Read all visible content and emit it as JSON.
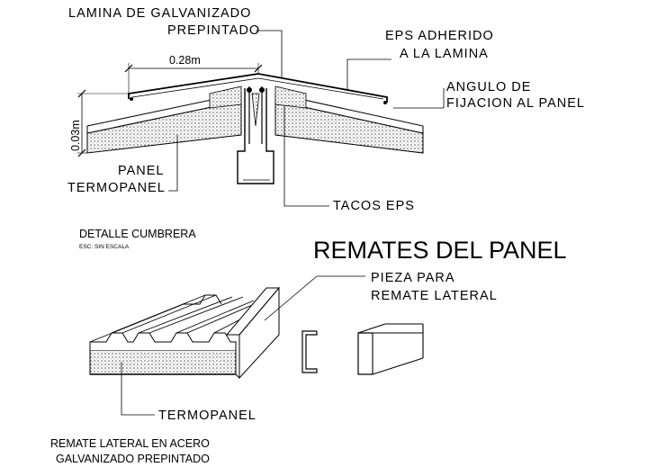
{
  "labels": {
    "lamina_line1": "LAMINA DE GALVANIZADO",
    "lamina_line2": "PREPINTADO",
    "eps_line1": "EPS ADHERIDO",
    "eps_line2": "A LA LAMINA",
    "angulo_line1": "ANGULO DE",
    "angulo_line2": "FIJACION AL PANEL",
    "dim_width": "0.28m",
    "dim_height": "0.03m",
    "panel_line1": "PANEL",
    "panel_line2": "TERMOPANEL",
    "tacos": "TACOS EPS",
    "detalle_title": "DETALLE CUMBRERA",
    "detalle_scale": "ESC: SIN ESCALA",
    "remates_title": "REMATES DEL PANEL",
    "pieza_line1": "PIEZA PARA",
    "pieza_line2": "REMATE LATERAL",
    "termopanel": "TERMOPANEL",
    "remate_line1": "REMATE LATERAL EN ACERO",
    "remate_line2": "GALVANIZADO PREPINTADO"
  }
}
